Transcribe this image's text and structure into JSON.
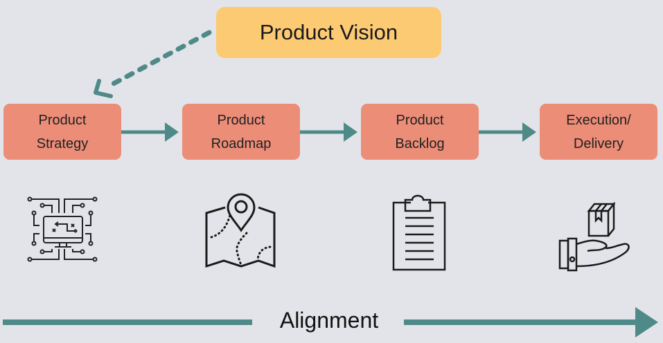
{
  "vision": {
    "label": "Product Vision"
  },
  "stages": [
    {
      "line1": "Product",
      "line2": "Strategy",
      "icon": "circuit-monitor-icon"
    },
    {
      "line1": "Product",
      "line2": "Roadmap",
      "icon": "map-pin-icon"
    },
    {
      "line1": "Product",
      "line2": "Backlog",
      "icon": "clipboard-icon"
    },
    {
      "line1": "Execution/",
      "line2": "Delivery",
      "icon": "hand-package-icon"
    }
  ],
  "alignment": {
    "label": "Alignment"
  },
  "colors": {
    "background": "#e3e4e9",
    "vision": "#fdca74",
    "stage": "#ec8d78",
    "arrow": "#4e8a87"
  }
}
